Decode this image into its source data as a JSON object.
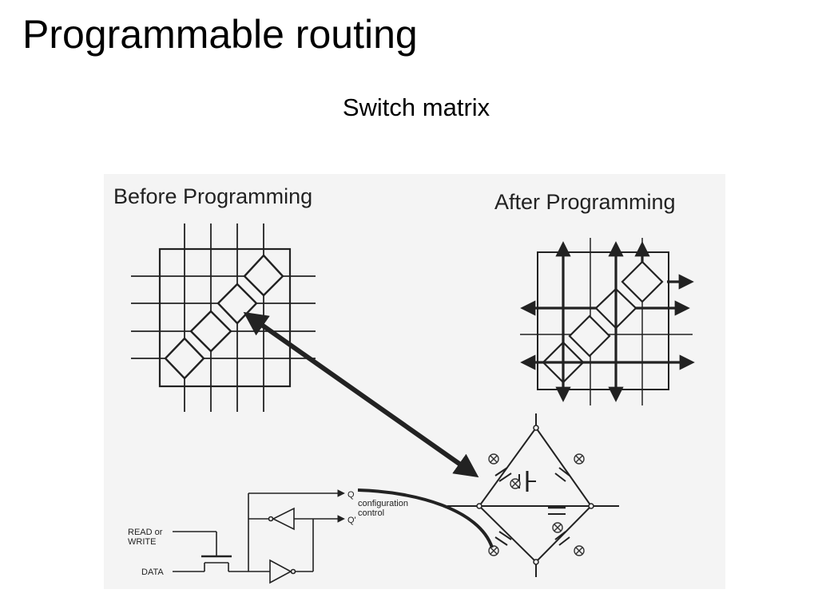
{
  "slide": {
    "title": "Programmable routing",
    "subtitle": "Switch matrix"
  },
  "figure": {
    "before_heading": "Before Programming",
    "after_heading": "After Programming",
    "circuit": {
      "q_label": "Q",
      "q_bar_label": "Q'",
      "config_line1": "configuration",
      "config_line2": "control",
      "read_line1": "READ or",
      "read_line2": "WRITE",
      "data_label": "DATA"
    }
  }
}
